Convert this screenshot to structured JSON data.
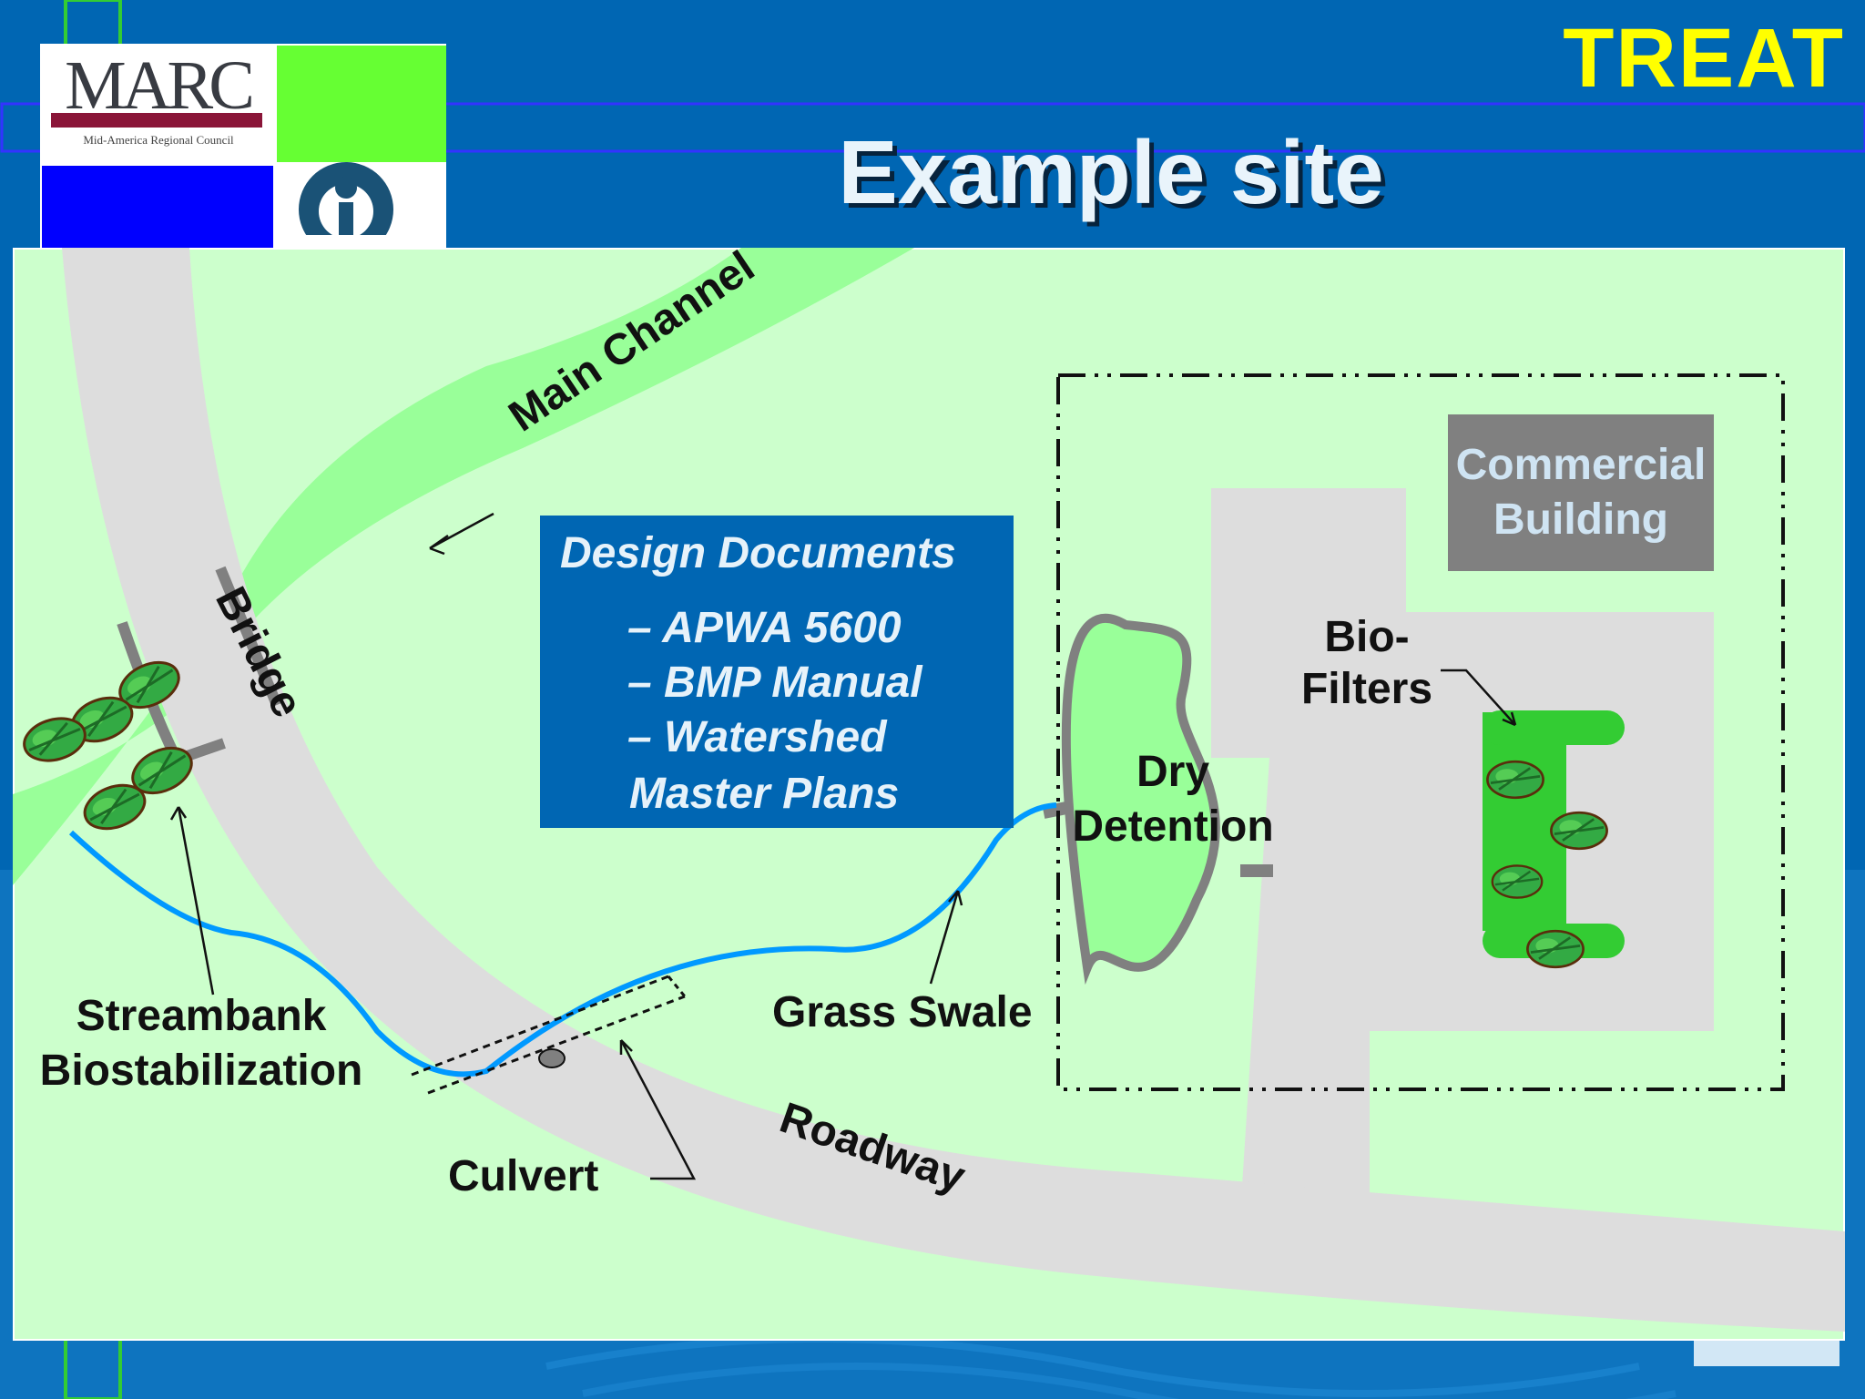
{
  "header": {
    "badge": "TREAT",
    "title": "Example site"
  },
  "logo": {
    "name": "MARC",
    "subtitle": "Mid-America Regional Council"
  },
  "design_documents": {
    "title": "Design Documents",
    "items": [
      "– APWA 5600",
      "– BMP Manual",
      "– Watershed",
      "Master Plans"
    ]
  },
  "labels": {
    "main_channel": "Main Channel",
    "bridge": "Bridge",
    "roadway": "Roadway",
    "streambank": [
      "Streambank",
      "Biostabilization"
    ],
    "culvert": "Culvert",
    "grass_swale": "Grass Swale",
    "dry_detention": [
      "Dry",
      "Detention"
    ],
    "bio_filters": [
      "Bio-",
      "Filters"
    ],
    "commercial_building": [
      "Commercial",
      "Building"
    ]
  },
  "colors": {
    "slide_background": "#0066b3",
    "badge": "#ffff00",
    "map_background": "#ccffcc",
    "channel": "#99ff99",
    "road": "#dddddd",
    "swale_line": "#0099ff",
    "bio_filter": "#33cc33",
    "building": "#808080"
  }
}
